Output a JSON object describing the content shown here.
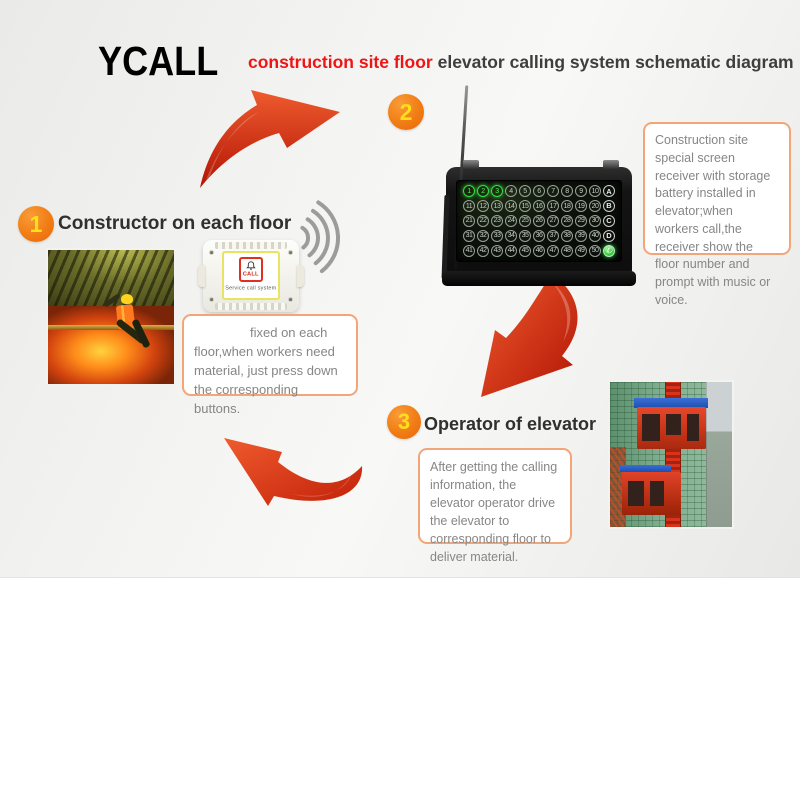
{
  "title": {
    "logo": "YCALL",
    "highlight": "construction site floor",
    "rest": "elevator calling system schematic diagram"
  },
  "steps": [
    {
      "number": "1",
      "heading": "Constructor on each floor",
      "note": "fixed on each floor,when workers need material, just press down the corresponding buttons."
    },
    {
      "number": "2",
      "note": "Construction site special screen receiver with storage battery installed in elevator;when workers call,the receiver show the floor number and prompt with music or voice."
    },
    {
      "number": "3",
      "heading": "Operator of elevator",
      "note": "After getting the calling information, the elevator operator drive the elevator to corresponding floor to deliver material."
    }
  ],
  "call_device": {
    "button_label": "CALL",
    "caption": "Service call system",
    "icon": "bell-icon"
  },
  "wireless_icon": "wifi-signal-icon",
  "receiver": {
    "rows": [
      [
        "1",
        "2",
        "3",
        "4",
        "5",
        "6",
        "7",
        "8",
        "9",
        "10",
        "A"
      ],
      [
        "11",
        "12",
        "13",
        "14",
        "15",
        "16",
        "17",
        "18",
        "19",
        "20",
        "B"
      ],
      [
        "21",
        "22",
        "23",
        "24",
        "25",
        "26",
        "27",
        "28",
        "29",
        "30",
        "C"
      ],
      [
        "31",
        "32",
        "33",
        "34",
        "35",
        "36",
        "37",
        "38",
        "39",
        "40",
        "D"
      ],
      [
        "41",
        "42",
        "43",
        "44",
        "45",
        "46",
        "47",
        "48",
        "49",
        "50",
        ""
      ]
    ],
    "lit": [
      "1",
      "2",
      "3"
    ],
    "power_glyph": "✆"
  },
  "colors": {
    "badge_orange": "#f17c14",
    "badge_number_yellow": "#ffdf1b",
    "arrow_red": "#d0290f",
    "note_border": "#f2a678",
    "title_red": "#ee1515",
    "lit_green": "#3bff45"
  }
}
